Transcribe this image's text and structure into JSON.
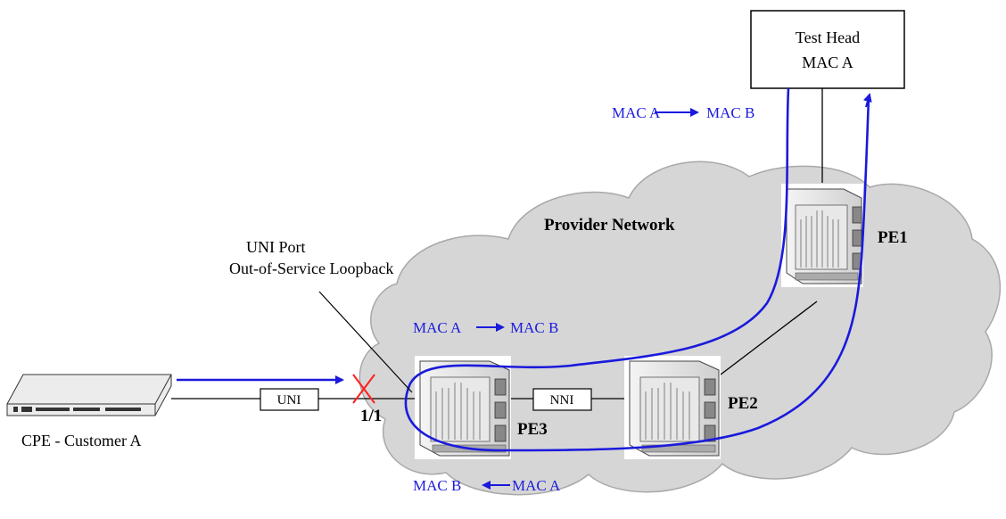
{
  "test_head": {
    "line1": "Test Head",
    "line2": "MAC A"
  },
  "provider_network_label": "Provider Network",
  "devices": {
    "pe1": "PE1",
    "pe2": "PE2",
    "pe3": "PE3"
  },
  "ports": {
    "uni": "UNI",
    "nni": "NNI",
    "port_id": "1/1"
  },
  "uni_annotation": {
    "line1": "UNI Port",
    "line2": "Out-of-Service Loopback"
  },
  "cpe_label": "CPE - Customer A",
  "flows": {
    "top": {
      "src": "MAC A",
      "dst": "MAC B"
    },
    "middle": {
      "src": "MAC A",
      "dst": "MAC B"
    },
    "bottom": {
      "src": "MAC B",
      "dst": "MAC A"
    }
  },
  "colors": {
    "path_blue": "#1a1adc",
    "cloud_fill": "#d6d6d6",
    "cloud_stroke": "#a8a8a8",
    "failure_red": "#ff2020"
  }
}
